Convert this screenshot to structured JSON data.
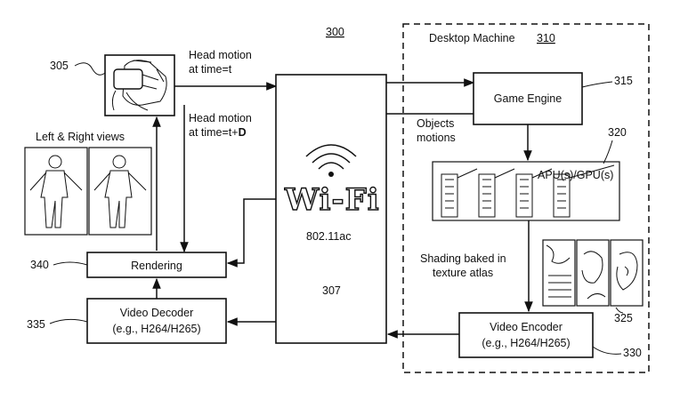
{
  "figure_ref": "300",
  "hmd": {
    "ref": "305"
  },
  "head_motion_t": {
    "line1": "Head motion",
    "line2": "at time=t"
  },
  "head_motion_td": {
    "line1": "Head motion",
    "line2_prefix": "at time=t+",
    "line2_bold": "D"
  },
  "views": {
    "label": "Left & Right views"
  },
  "wifi": {
    "logo": "Wi-Fi",
    "standard": "802.11ac",
    "ref": "307"
  },
  "desktop": {
    "label": "Desktop Machine",
    "ref": "310"
  },
  "game_engine": {
    "label": "Game Engine",
    "ref": "315"
  },
  "objects_motions": {
    "line1": "Objects",
    "line2": "motions"
  },
  "gpu": {
    "label": "APU(s)/GPU(s)",
    "ref": "320"
  },
  "atlas": {
    "line1": "Shading baked in",
    "line2": "texture atlas",
    "ref": "325"
  },
  "video_encoder": {
    "line1": "Video Encoder",
    "line2": "(e.g., H264/H265)",
    "ref": "330"
  },
  "rendering": {
    "label": "Rendering",
    "ref": "340"
  },
  "video_decoder": {
    "line1": "Video Decoder",
    "line2": "(e.g., H264/H265)",
    "ref": "335"
  }
}
